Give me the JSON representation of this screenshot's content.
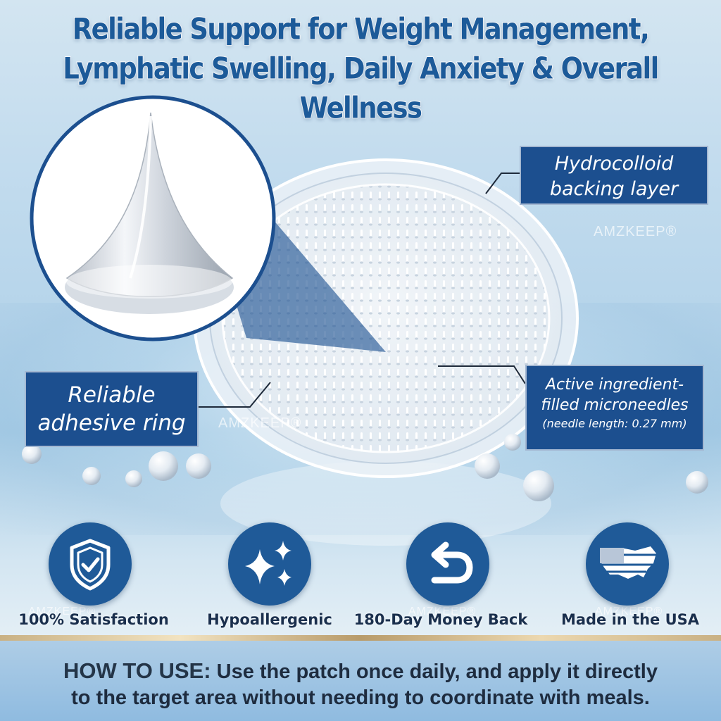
{
  "title": {
    "line1": "Reliable Support for Weight Management,",
    "line2": "Lymphatic Swelling, Daily Anxiety & Overall Wellness"
  },
  "watermark": "AMZKEEP®",
  "callouts": {
    "hydrocolloid": {
      "line1": "Hydrocolloid",
      "line2": "backing layer"
    },
    "adhesive": {
      "line1": "Reliable",
      "line2": "adhesive ring"
    },
    "microneedles": {
      "line1": "Active ingredient-",
      "line2": "filled microneedles",
      "note": "(needle length: 0.27 mm)"
    }
  },
  "badges": [
    {
      "icon": "shield-check-icon",
      "label": "100% Satisfaction"
    },
    {
      "icon": "sparkles-icon",
      "label": "Hypoallergenic"
    },
    {
      "icon": "return-arrow-icon",
      "label": "180-Day Money Back"
    },
    {
      "icon": "usa-flag-map-icon",
      "label": "Made in the USA"
    }
  ],
  "howto": {
    "heading": "HOW TO USE:",
    "text_line1": "Use the patch once daily, and apply it  directly",
    "text_line2": "to the target area without needing to coordinate with meals."
  },
  "colors": {
    "brand_blue": "#1c5a99",
    "callout_blue": "#1c4f8f",
    "badge_blue": "#1f5a98",
    "gold": "#d8c49c"
  }
}
